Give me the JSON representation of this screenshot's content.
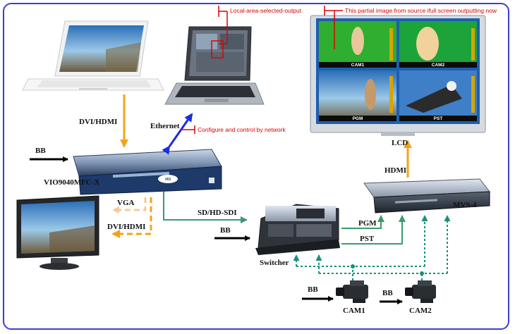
{
  "labels": {
    "dvi_hdmi_top": "DVI/HDMI",
    "ethernet": "Ethernet",
    "bb_left": "BB",
    "vio": "VIO9040MFC-X",
    "vga": "VGA",
    "dvi_hdmi_bottom": "DVI/HDMI",
    "sd_hd_sdi": "SD/HD-SDI",
    "bb_switcher": "BB",
    "switcher": "Switcher",
    "pgm": "PGM",
    "pst": "PST",
    "hdmi": "HDMI",
    "lcd": "LCD",
    "mvs": "MVS-4",
    "bb_cam1": "BB",
    "bb_cam2": "BB",
    "cam1": "CAM1",
    "cam2": "CAM2"
  },
  "annotations": {
    "local_output": "Local-area-selected-output",
    "partial_image": "This partial  image from source ifull screen outputting now",
    "configure": "Configure and control by network"
  },
  "lcd_panels": {
    "cam1": "CAM1",
    "cam2": "CAM2",
    "pgm": "PGM",
    "pst": "PST"
  },
  "device_badges": {
    "vio": "VIO"
  },
  "colors": {
    "frame": "#3b3fd0",
    "annotation_red": "#e00000",
    "dvi_orange": "#f5a21b",
    "vga_peach": "#f6c99a",
    "ethernet_blue": "#1a2fd8",
    "sdi_green": "#3a9a70",
    "cam_dotted_teal": "#17907a"
  }
}
